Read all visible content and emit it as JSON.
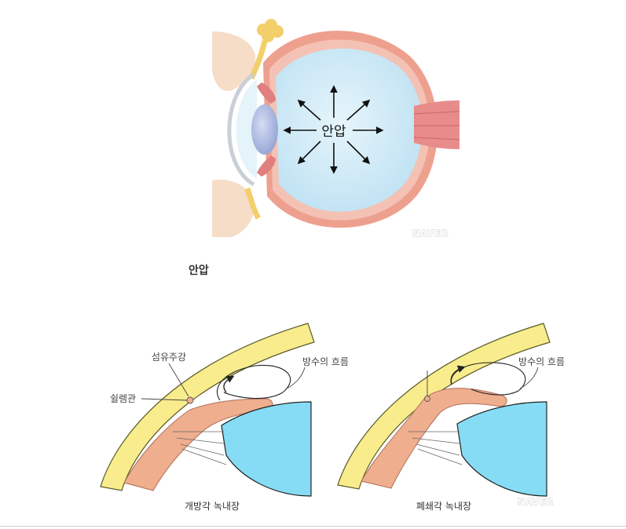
{
  "eye_diagram": {
    "center_label": "안압",
    "watermark": "NAVER"
  },
  "caption": "안압",
  "angle_diagrams": {
    "open": {
      "trabecular_label": "섬유주강",
      "schlemm_label": "쉴렘관",
      "flow_label": "방수의 흐름",
      "caption": "개방각 녹내장"
    },
    "closed": {
      "flow_label": "방수의 흐름",
      "caption": "폐쇄각 녹내장",
      "watermark": "NAVER"
    }
  },
  "colors": {
    "sclera_yellow": "#f8ec8c",
    "vitreous_blue": "#cfe9f6",
    "lens_blue": "#aab7df",
    "tissue_pink": "#e8a89e",
    "iris_orange": "#efae8e",
    "lens_cyan": "#86dcf4"
  }
}
